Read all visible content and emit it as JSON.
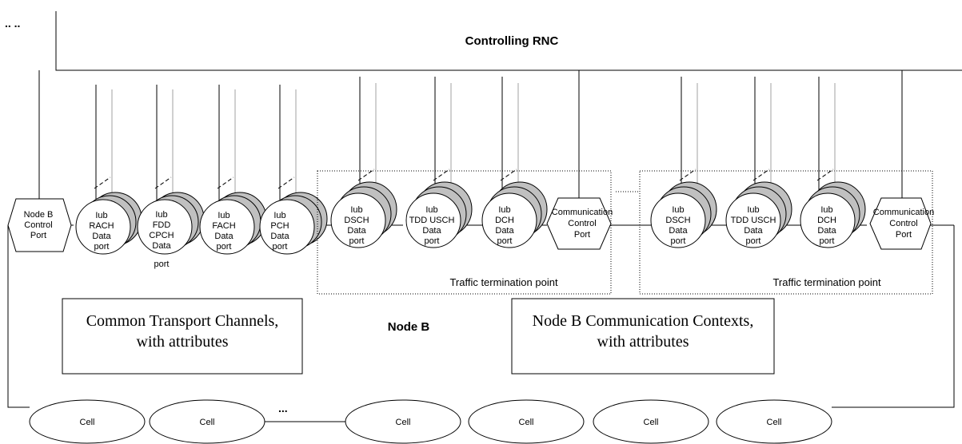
{
  "top_left_dots": "..   ..",
  "rnc": {
    "title": "Controlling RNC"
  },
  "node_b_control_port": {
    "lines": [
      "Node B",
      "Control",
      "Port"
    ]
  },
  "common_ports": [
    {
      "lines": [
        "Iub",
        "RACH",
        "Data",
        "port"
      ]
    },
    {
      "lines": [
        "Iub",
        "FDD",
        "CPCH",
        "Data",
        "port"
      ]
    },
    {
      "lines": [
        "Iub",
        "FACH",
        "Data",
        "port"
      ]
    },
    {
      "lines": [
        "Iub",
        "PCH",
        "Data",
        "port"
      ]
    }
  ],
  "traffic_groups": [
    {
      "ports": [
        {
          "lines": [
            "Iub",
            "DSCH",
            "Data",
            "port"
          ]
        },
        {
          "lines": [
            "Iub",
            "TDD USCH",
            "Data",
            "port"
          ]
        },
        {
          "lines": [
            "Iub",
            "DCH",
            "Data",
            "port"
          ]
        }
      ],
      "control": {
        "lines": [
          "Communication",
          "Control",
          "Port"
        ]
      },
      "label": "Traffic termination point"
    },
    {
      "ports": [
        {
          "lines": [
            "Iub",
            "DSCH",
            "Data",
            "port"
          ]
        },
        {
          "lines": [
            "Iub",
            "TDD USCH",
            "Data",
            "port"
          ]
        },
        {
          "lines": [
            "Iub",
            "DCH",
            "Data",
            "port"
          ]
        }
      ],
      "control": {
        "lines": [
          "Communication",
          "Control",
          "Port"
        ]
      },
      "label": "Traffic termination point"
    }
  ],
  "common_box": {
    "lines": [
      "Common Transport Channels,",
      "with attributes"
    ]
  },
  "node_b_label": "Node B",
  "contexts_box": {
    "lines": [
      "Node B Communication Contexts,",
      "with attributes"
    ]
  },
  "cells": [
    "Cell",
    "Cell",
    "Cell",
    "Cell",
    "Cell",
    "Cell"
  ],
  "cells_ellipsis": "...",
  "colors": {
    "stroke": "#000000",
    "port_fill": "#ffffff",
    "shadow_fill": "#c0c0c0",
    "grey_line": "#a0a0a0"
  }
}
